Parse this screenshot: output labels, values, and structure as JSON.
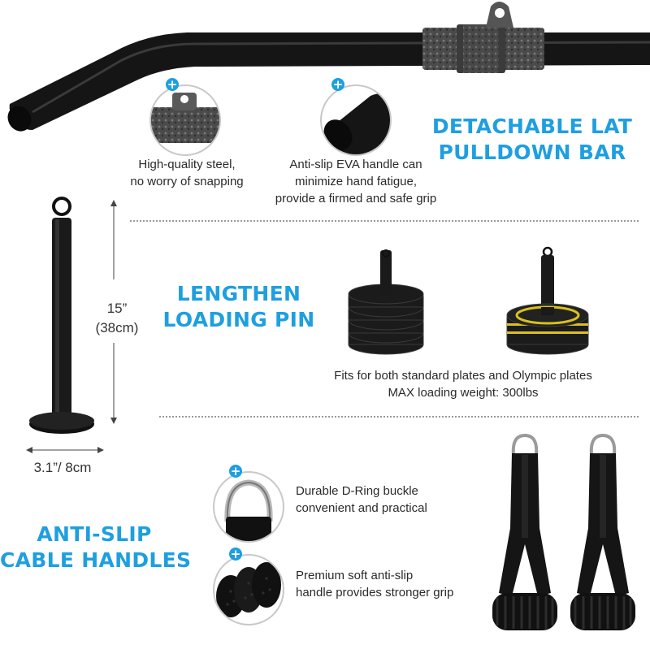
{
  "sections": {
    "bar": {
      "heading_line1": "DETACHABLE LAT",
      "heading_line2": "PULLDOWN BAR",
      "feature1": {
        "line1": "High-quality steel,",
        "line2": "no worry of snapping",
        "icon": "plus-icon"
      },
      "feature2": {
        "line1": "Anti-slip EVA handle can",
        "line2": "minimize hand fatigue,",
        "line3": "provide a firmed and safe grip",
        "icon": "plus-icon"
      }
    },
    "pin": {
      "heading_line1": "LENGTHEN",
      "heading_line2": "LOADING PIN",
      "height_label_line1": "15”",
      "height_label_line2": "(38cm)",
      "width_label": "3.1”/ 8cm",
      "plates_line1": "Fits for both standard plates and Olympic plates",
      "plates_line2": "MAX loading weight: 300lbs"
    },
    "handles": {
      "heading_line1": "ANTI-SLIP",
      "heading_line2": "CABLE HANDLES",
      "feature1": {
        "line1": "Durable D-Ring buckle",
        "line2": "convenient and practical",
        "icon": "plus-icon"
      },
      "feature2": {
        "line1": "Premium soft anti-slip",
        "line2": "handle provides stronger grip",
        "icon": "plus-icon"
      }
    }
  },
  "plus_symbol": "+",
  "colors": {
    "accent": "#1e9fe0",
    "steel": "#111111",
    "plate_yellow": "#d9c21a"
  }
}
